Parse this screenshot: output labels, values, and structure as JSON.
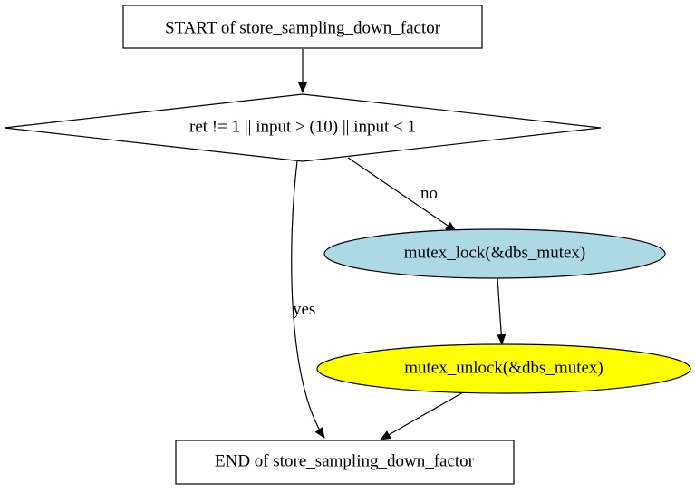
{
  "nodes": {
    "start": {
      "label": "START of store_sampling_down_factor",
      "shape": "box"
    },
    "decision": {
      "label": "ret != 1 || input > (10) || input < 1",
      "shape": "diamond"
    },
    "lock": {
      "label": "mutex_lock(&dbs_mutex)",
      "shape": "ellipse",
      "fill": "#add8e6"
    },
    "unlock": {
      "label": "mutex_unlock(&dbs_mutex)",
      "shape": "ellipse",
      "fill": "#ffff00"
    },
    "end": {
      "label": "END of store_sampling_down_factor",
      "shape": "box"
    }
  },
  "edges": {
    "start_to_decision": {
      "from": "start",
      "to": "decision",
      "label": ""
    },
    "decision_to_lock": {
      "from": "decision",
      "to": "lock",
      "label": "no"
    },
    "decision_to_end": {
      "from": "decision",
      "to": "end",
      "label": "yes"
    },
    "lock_to_unlock": {
      "from": "lock",
      "to": "unlock",
      "label": ""
    },
    "unlock_to_end": {
      "from": "unlock",
      "to": "end",
      "label": ""
    }
  }
}
